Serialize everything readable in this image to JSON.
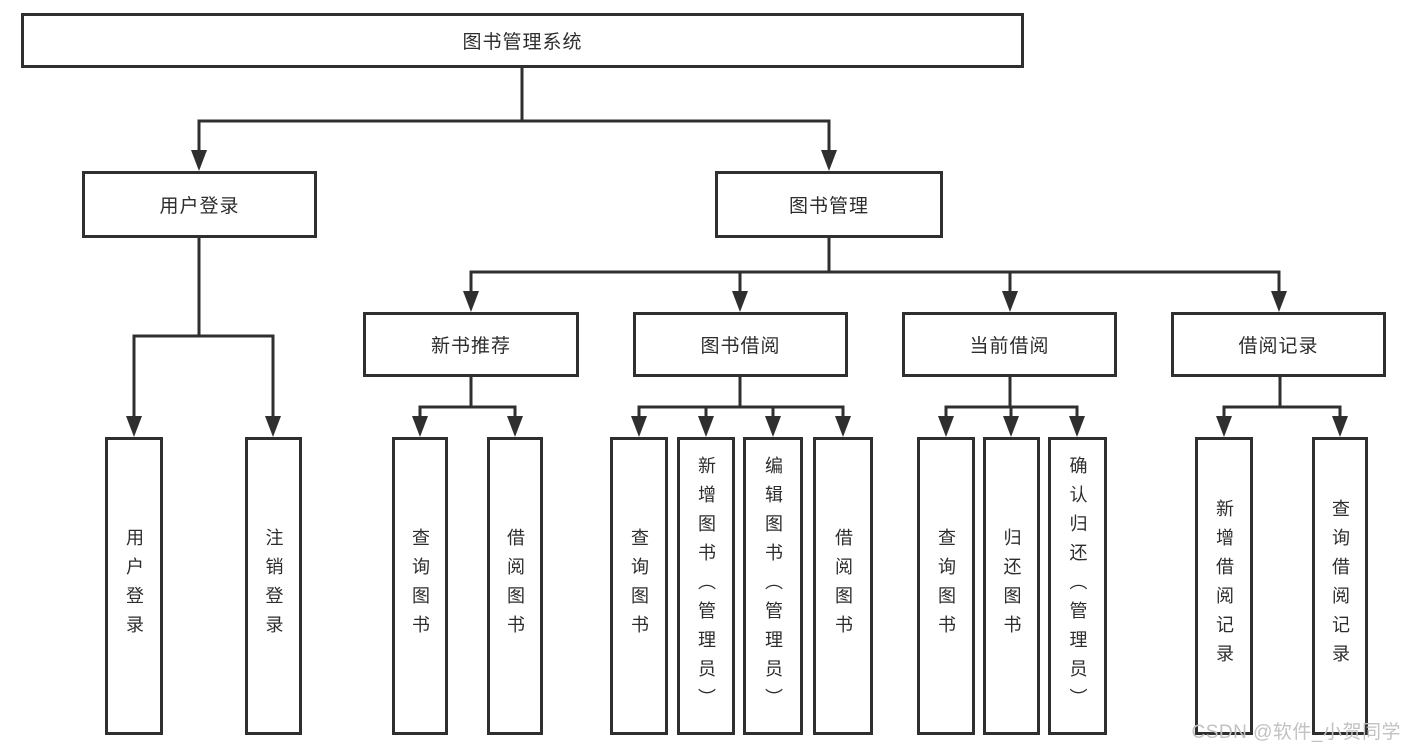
{
  "root": {
    "label": "图书管理系统"
  },
  "branches": {
    "user_login": {
      "label": "用户登录"
    },
    "book_mgmt": {
      "label": "图书管理"
    }
  },
  "modules": {
    "new_book": {
      "label": "新书推荐"
    },
    "book_borrow": {
      "label": "图书借阅"
    },
    "current_borrow": {
      "label": "当前借阅"
    },
    "borrow_record": {
      "label": "借阅记录"
    }
  },
  "leaves": {
    "user_login": {
      "label": "用户登录"
    },
    "logout": {
      "label": "注销登录"
    },
    "nb_query": {
      "label": "查询图书"
    },
    "nb_borrow": {
      "label": "借阅图书"
    },
    "bb_query": {
      "label": "查询图书"
    },
    "bb_add": {
      "label": "新增图书（管理员）"
    },
    "bb_edit": {
      "label": "编辑图书（管理员）"
    },
    "bb_borrow": {
      "label": "借阅图书"
    },
    "cb_query": {
      "label": "查询图书"
    },
    "cb_return": {
      "label": "归还图书"
    },
    "cb_confirm": {
      "label": "确认归还（管理员）"
    },
    "br_add": {
      "label": "新增借阅记录"
    },
    "br_query": {
      "label": "查询借阅记录"
    }
  },
  "watermark": "CSDN @软件_小贺同学",
  "colors": {
    "line": "#2f2f2f",
    "text": "#2d2d2d",
    "watermark": "#c2c2c2",
    "background": "#ffffff"
  }
}
